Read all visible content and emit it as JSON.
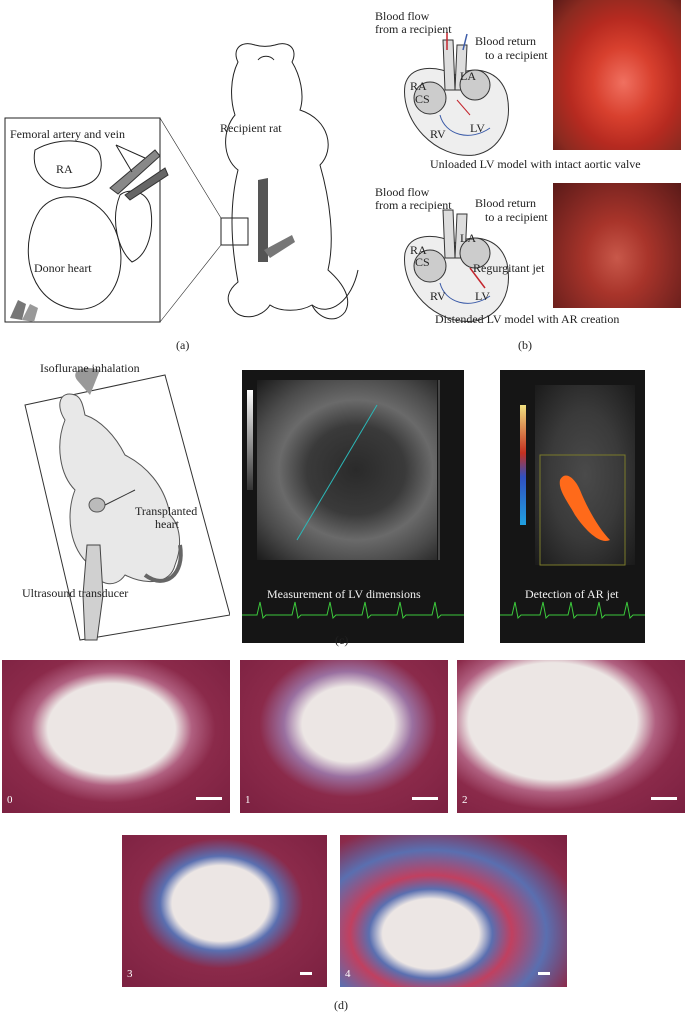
{
  "panel_a": {
    "femoral_label": "Femoral artery and vein",
    "ra_label": "RA",
    "donor_label": "Donor heart",
    "recipient_label": "Recipient rat",
    "caption": "(a)"
  },
  "panel_b": {
    "top": {
      "blood_flow": [
        "Blood flow",
        "from a recipient"
      ],
      "blood_return": [
        "Blood return",
        "to a recipient"
      ],
      "chambers": {
        "ra": "RA",
        "la": "LA",
        "cs": "CS",
        "rv": "RV",
        "lv": "LV"
      },
      "caption": "Unloaded LV model with intact aortic valve"
    },
    "bottom": {
      "blood_flow": [
        "Blood flow",
        "from a recipient"
      ],
      "blood_return": [
        "Blood return",
        "to a recipient"
      ],
      "regurgitant": "Regurgitant jet",
      "chambers": {
        "ra": "RA",
        "la": "LA",
        "cs": "CS",
        "rv": "RV",
        "lv": "LV"
      },
      "caption": "Distended LV model with AR creation"
    },
    "caption": "(b)"
  },
  "panel_c": {
    "isoflurane": "Isoflurane inhalation",
    "transplanted": [
      "Transplanted",
      "heart"
    ],
    "transducer": "Ultrasound transducer",
    "echo1_caption": "Measurement of LV dimensions",
    "echo2_caption": "Detection of AR jet",
    "caption": "(c)"
  },
  "panel_d": {
    "grades": [
      "0",
      "1",
      "2",
      "3",
      "4"
    ],
    "caption": "(d)"
  },
  "colors": {
    "tissue": "#8b2a4a",
    "lumen": "#ece6e4",
    "fibrosis": "#5a6fb0",
    "echo_bg": "#1a1a1a",
    "jet": "#ff6a1a",
    "vessel_red": "#c4262e",
    "vessel_blue": "#3b5ba8"
  }
}
